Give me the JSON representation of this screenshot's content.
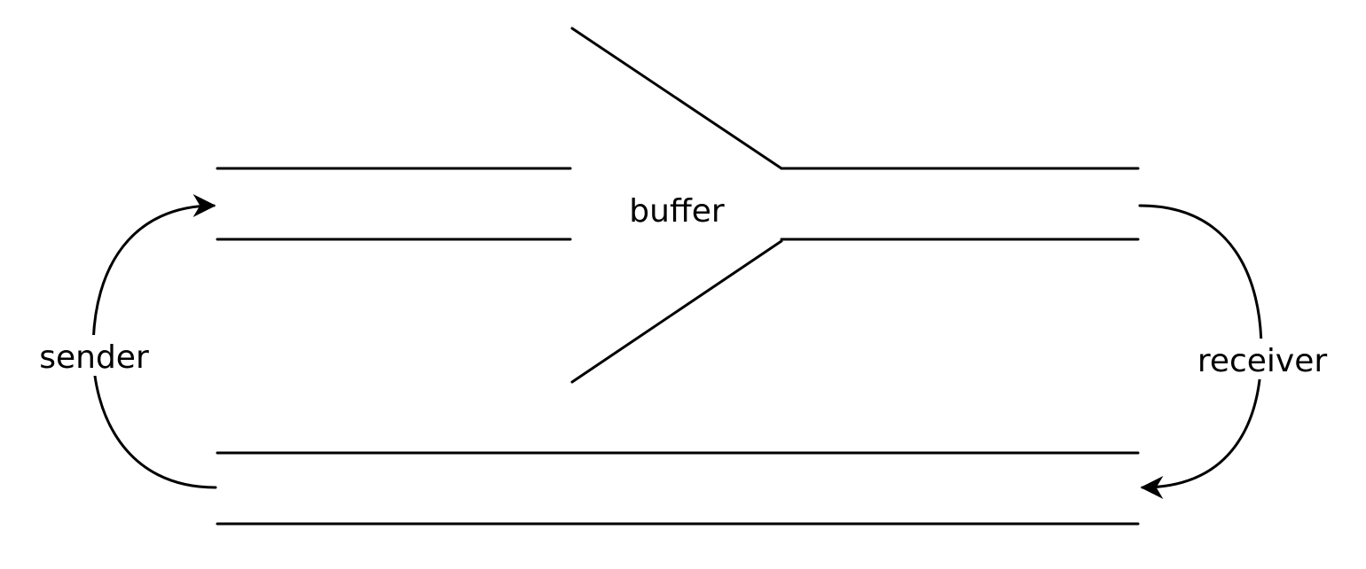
{
  "labels": {
    "buffer": "buffer",
    "sender": "sender",
    "receiver": "receiver"
  },
  "colors": {
    "stroke": "#000000",
    "background": "#ffffff"
  }
}
